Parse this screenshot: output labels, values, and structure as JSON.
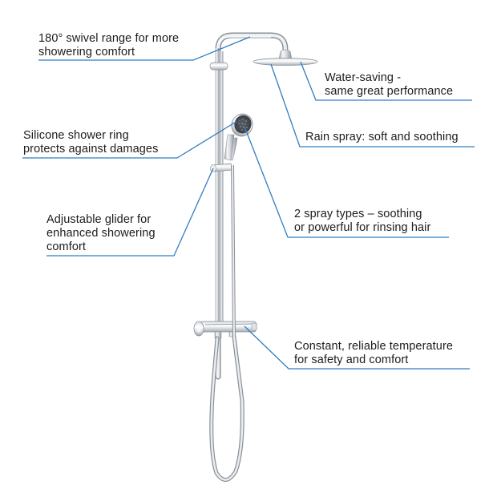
{
  "colors": {
    "leader_line": "#2f7dc4",
    "chrome_light": "#f2f4f6",
    "chrome_mid": "#c9cdd2",
    "chrome_dark": "#8a9098",
    "handshower_face": "#4a4e54",
    "text": "#1c1c1c",
    "background": "#ffffff"
  },
  "callouts": [
    {
      "id": "swivel",
      "lines": [
        "180° swivel range for more",
        "showering comfort"
      ]
    },
    {
      "id": "water-saving",
      "lines": [
        "Water-saving -",
        "same great performance"
      ]
    },
    {
      "id": "rain-spray",
      "lines": [
        "Rain spray: soft and soothing"
      ]
    },
    {
      "id": "silicone-ring",
      "lines": [
        "Silicone shower ring",
        "protects against damages"
      ]
    },
    {
      "id": "glider",
      "lines": [
        "Adjustable glider for",
        "enhanced showering",
        "comfort"
      ]
    },
    {
      "id": "spray-types",
      "lines": [
        "2 spray types – soothing",
        "or powerful for rinsing hair"
      ]
    },
    {
      "id": "thermostat",
      "lines": [
        "Constant, reliable temperature",
        "for safety and comfort"
      ]
    }
  ],
  "product": {
    "components": [
      "shower-arm",
      "rain-shower-head",
      "riser-rail",
      "hand-shower",
      "glider",
      "thermostat-mixer",
      "shower-hose"
    ]
  }
}
